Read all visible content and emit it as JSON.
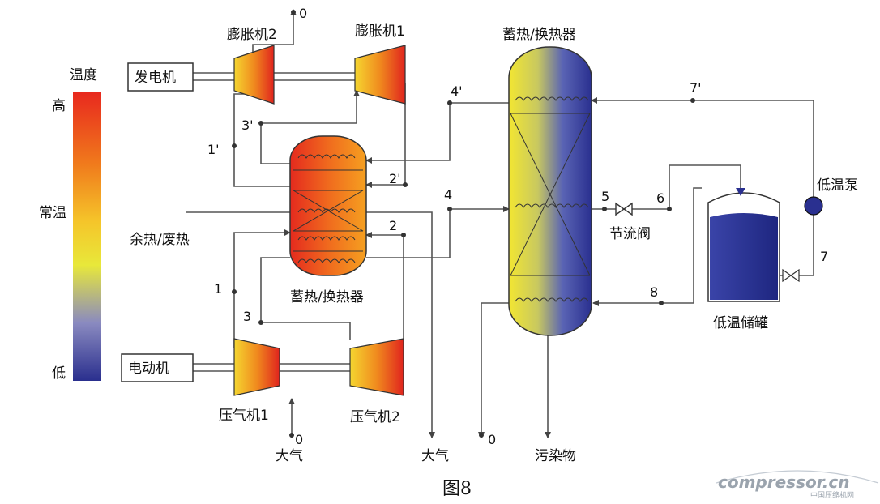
{
  "legend": {
    "title": "温度",
    "high": "高",
    "normal": "常温",
    "low": "低",
    "colors": [
      "#e8281e",
      "#f07a1c",
      "#f5c52a",
      "#e8e83a",
      "#8a8ac0",
      "#2a2f8e"
    ]
  },
  "components": {
    "generator": "发电机",
    "motor": "电动机",
    "expander1": "膨胀机1",
    "expander2": "膨胀机2",
    "compressor1": "压气机1",
    "compressor2": "压气机2",
    "small_exchanger": "蓄热/换热器",
    "large_exchanger": "蓄热/换热器",
    "throttle_valve": "节流阀",
    "cryo_pump": "低温泵",
    "cryo_tank": "低温储罐",
    "waste_heat": "余热/废热",
    "atmosphere_in": "大气",
    "atmosphere_out": "大气",
    "pollutants": "污染物"
  },
  "nodes": {
    "n0_top": "0",
    "n0_bottom": "0",
    "n0_right": "0",
    "n1": "1",
    "n1p": "1'",
    "n2": "2",
    "n2p": "2'",
    "n3": "3",
    "n3p": "3'",
    "n4": "4",
    "n4p": "4'",
    "n5": "5",
    "n6": "6",
    "n7": "7",
    "n7p": "7'",
    "n8": "8"
  },
  "caption": "图8",
  "watermark": {
    "brand": "compressor.cn",
    "sub": "中国压缩机网"
  }
}
